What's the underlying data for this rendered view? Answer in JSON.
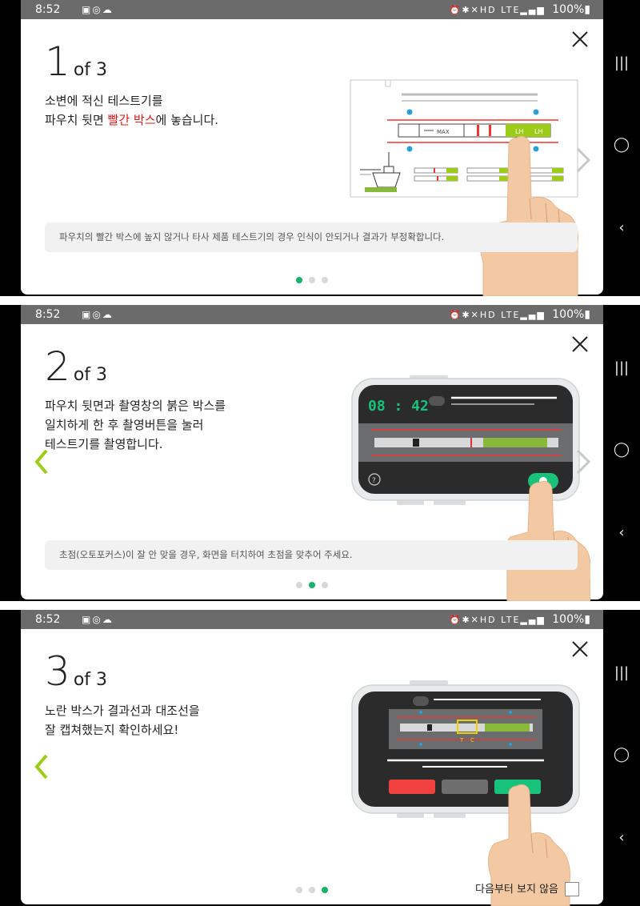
{
  "status_bar": {
    "time": "8:52",
    "left_icons": [
      "gallery-icon",
      "instagram-icon",
      "cloud-icon"
    ],
    "right_icons": [
      "alarm-icon",
      "bluetooth-icon",
      "mute-icon",
      "hd-icon",
      "lte-icon",
      "signal-icon"
    ],
    "hd_text": "HD",
    "lte_text": "LTE",
    "battery": "100%"
  },
  "screens": [
    {
      "step_number": "1",
      "step_total": "of 3",
      "description_lines": [
        "소변에 적신 테스트기를"
      ],
      "description_line2_before": "파우치 뒷면 ",
      "description_line2_highlight": "빨간 박스",
      "description_line2_after": "에 놓습니다.",
      "note": "파우치의 빨간 박스에 높지 않거나 타사 제품 테스트기의 경우 인식이 안되거나 결과가 부정확합니다.",
      "strip_labels": {
        "max": "MAX",
        "lh": "LH",
        "lh2": "LH"
      },
      "page_index": 0
    },
    {
      "step_number": "2",
      "step_total": "of 3",
      "description_lines": [
        "파우치 뒷면과 촬영창의 붉은 박스를",
        "일치하게 한 후 촬영버튼을 눌러",
        "테스트기를 촬영합니다."
      ],
      "note": "초점(오토포커스)이 잘 안 맞을 경우, 화면을 터치하여 초점을 맞추어 주세요.",
      "camera_time": "08 : 42",
      "help_symbol": "?",
      "page_index": 1
    },
    {
      "step_number": "3",
      "step_total": "of 3",
      "description_lines": [
        "노란 박스가 결과선과 대조선을",
        "잘 캡쳐했는지 확인하세요!"
      ],
      "result_labels": {
        "t": "T",
        "c": "C"
      },
      "dont_show_again": "다음부터 보지 않음",
      "page_index": 2
    }
  ],
  "colors": {
    "accent_green": "#17b36b",
    "lime": "#9ccc17",
    "red": "#e11a1a",
    "yellow": "#f2d000",
    "status_gray": "#6b6b6b"
  }
}
